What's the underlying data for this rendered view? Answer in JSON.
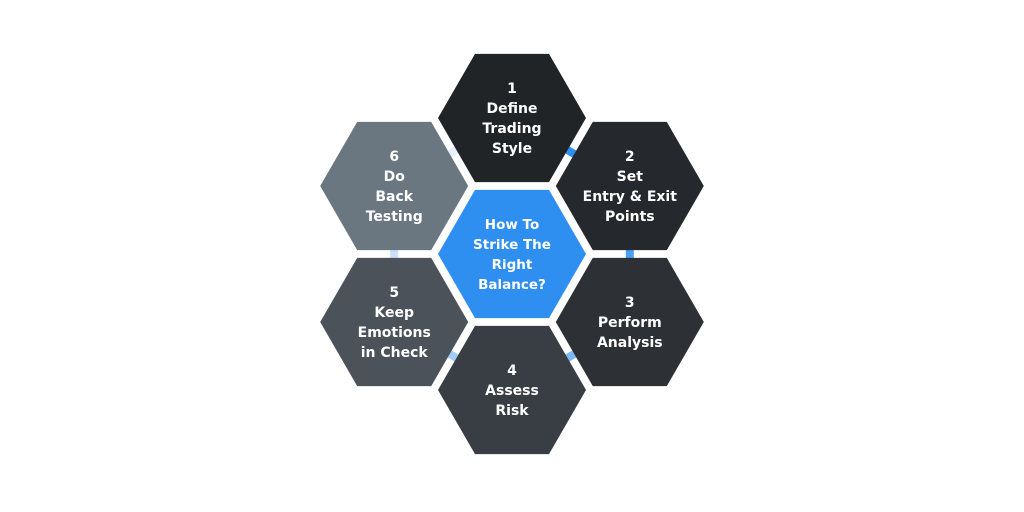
{
  "center": {
    "lines": [
      "How To",
      "Strike The",
      "Right",
      "Balance?"
    ],
    "color": "#2f8ff0"
  },
  "steps": [
    {
      "number": "1",
      "lines": [
        "Define",
        "Trading",
        "Style"
      ],
      "color": "#212427"
    },
    {
      "number": "2",
      "lines": [
        "Set",
        "Entry & Exit",
        "Points"
      ],
      "color": "#25292d"
    },
    {
      "number": "3",
      "lines": [
        "Perform",
        "Analysis"
      ],
      "color": "#2d3135"
    },
    {
      "number": "4",
      "lines": [
        "Assess",
        "Risk"
      ],
      "color": "#393e44"
    },
    {
      "number": "5",
      "lines": [
        "Keep",
        "Emotions",
        "in Check"
      ],
      "color": "#4b5259"
    },
    {
      "number": "6",
      "lines": [
        "Do",
        "Back",
        "Testing"
      ],
      "color": "#6a7680"
    }
  ],
  "connector_colors": [
    "#2f8ff0",
    "#4a9ff2",
    "#7bb8f5",
    "#a6cdf7",
    "#c9e0f9",
    "#e6f0fb"
  ]
}
